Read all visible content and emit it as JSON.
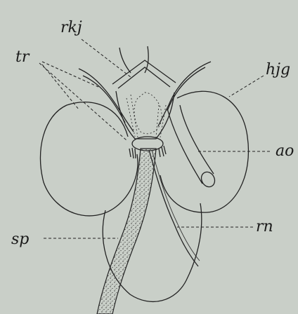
{
  "figure": {
    "background": "#c9cfc8",
    "ink": "#1a1a1a",
    "labels": {
      "rkj": "rkj",
      "tr": "tr",
      "hjg": "hjg",
      "ao": "ao",
      "sp": "sp",
      "rn": "rn"
    }
  }
}
